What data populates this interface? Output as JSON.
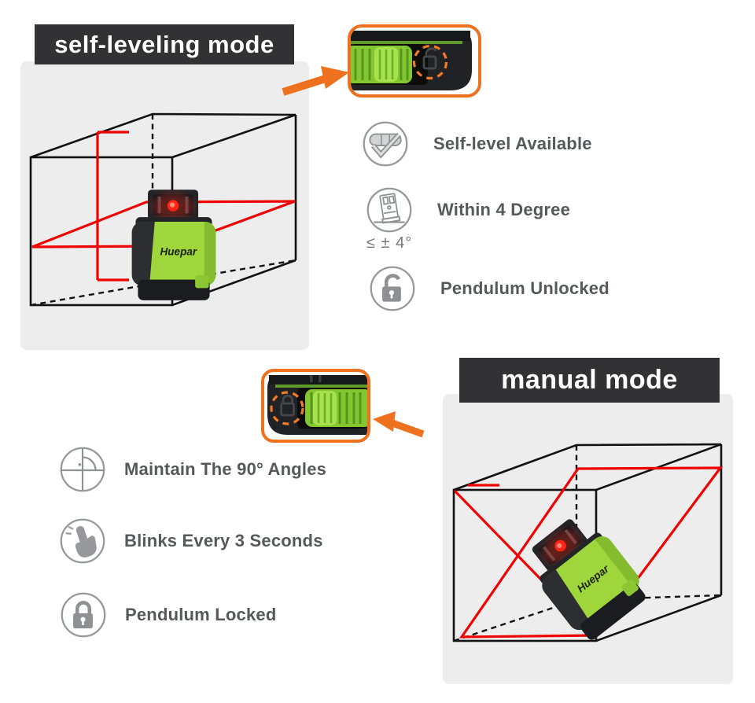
{
  "brand": "Huepar",
  "colors": {
    "accent_orange": "#ee7120",
    "laser_red": "#ee0202",
    "device_green": "#9ed63b",
    "banner_bg": "#323234",
    "panel_bg": "#ededed",
    "icon_gray": "#8e9093",
    "text_gray": "#57585b"
  },
  "self_leveling": {
    "banner": "self-leveling mode",
    "features": [
      {
        "icon": "level-check-icon",
        "label": "Self-level Available"
      },
      {
        "icon": "pendulum-tilt-icon",
        "label": "Within 4 Degree",
        "note": "≤ ± 4°"
      },
      {
        "icon": "unlocked-padlock-icon",
        "label": "Pendulum Unlocked"
      }
    ]
  },
  "manual": {
    "banner": "manual mode",
    "features": [
      {
        "icon": "right-angle-icon",
        "label": "Maintain The 90° Angles"
      },
      {
        "icon": "hand-press-icon",
        "label": "Blinks Every 3 Seconds"
      },
      {
        "icon": "locked-padlock-icon",
        "label": "Pendulum Locked"
      }
    ]
  }
}
